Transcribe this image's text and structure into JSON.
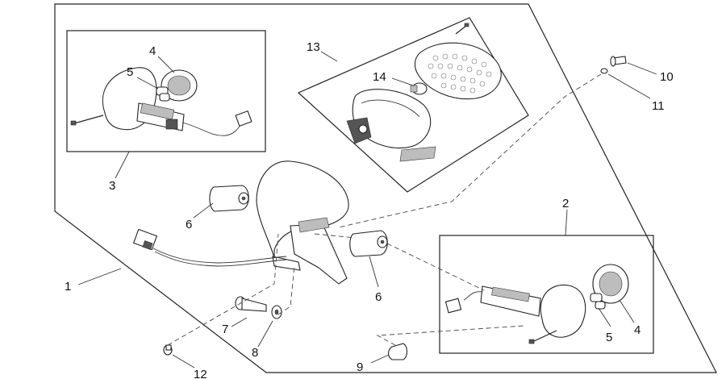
{
  "callouts": {
    "c1": "1",
    "c2": "2",
    "c3": "3",
    "c4a": "4",
    "c4b": "4",
    "c5a": "5",
    "c5b": "5",
    "c6a": "6",
    "c6b": "6",
    "c7": "7",
    "c8": "8",
    "c9": "9",
    "c10": "10",
    "c11": "11",
    "c12": "12",
    "c13": "13",
    "c14": "14"
  }
}
